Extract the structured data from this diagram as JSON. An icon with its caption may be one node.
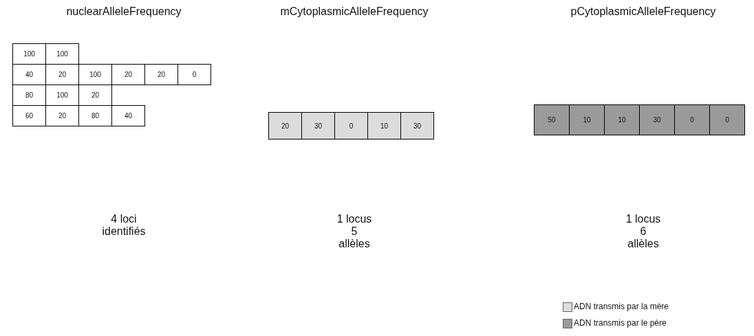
{
  "diagram": {
    "labels": [
      "nuclearAlleleFrequency",
      "mCytoplasmicAlleleFrequency",
      "pCytoplasmicAlleleFrequency",
      "100",
      "100",
      "40",
      "20",
      "100",
      "20",
      "20",
      "0",
      "80",
      "100",
      "20",
      "60",
      "20",
      "80",
      "40",
      "20",
      "30",
      "0",
      "10",
      "30",
      "50",
      "10",
      "10",
      "30",
      "0",
      "0",
      "4 loci identifiés",
      "1 locus 5 allèles",
      "1 locus 6 allèles"
    ],
    "legend": [
      {
        "text": "ADN transmis par la mère",
        "color": "#dcdcdc"
      },
      {
        "text": "ADN transmis par le père",
        "color": "#9a9a9a"
      }
    ]
  }
}
